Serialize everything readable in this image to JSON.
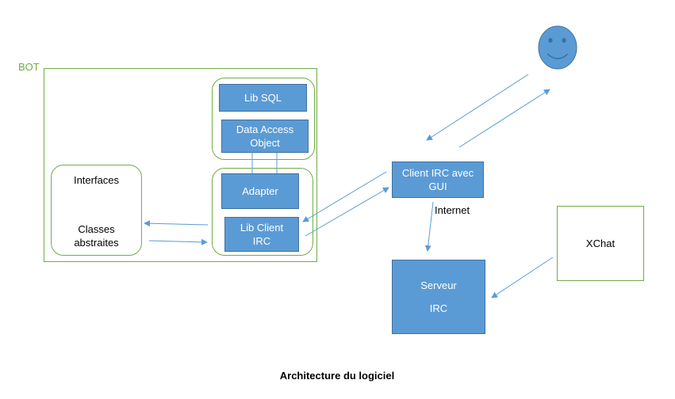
{
  "bot": {
    "label": "BOT"
  },
  "interfaces_group": {
    "line1": "Interfaces",
    "line2": "Classes",
    "line3": "abstraites"
  },
  "lib_sql": {
    "label": "Lib SQL"
  },
  "dao": {
    "line1": "Data Access",
    "line2": "Object"
  },
  "adapter": {
    "label": "Adapter"
  },
  "lib_client_irc": {
    "line1": "Lib Client",
    "line2": "IRC"
  },
  "client_irc_gui": {
    "line1": "Client IRC avec",
    "line2": "GUI"
  },
  "internet": {
    "label": "Internet"
  },
  "serveur": {
    "line1": "Serveur",
    "line2": "IRC"
  },
  "xchat": {
    "label": "XChat"
  },
  "caption": {
    "text": "Architecture du logiciel"
  },
  "colors": {
    "box_fill": "#5b9bd5",
    "box_border": "#41719c",
    "frame": "#70ad47",
    "arrow": "#5b9bd5"
  },
  "icons": {
    "user": "smiley-face-icon"
  }
}
